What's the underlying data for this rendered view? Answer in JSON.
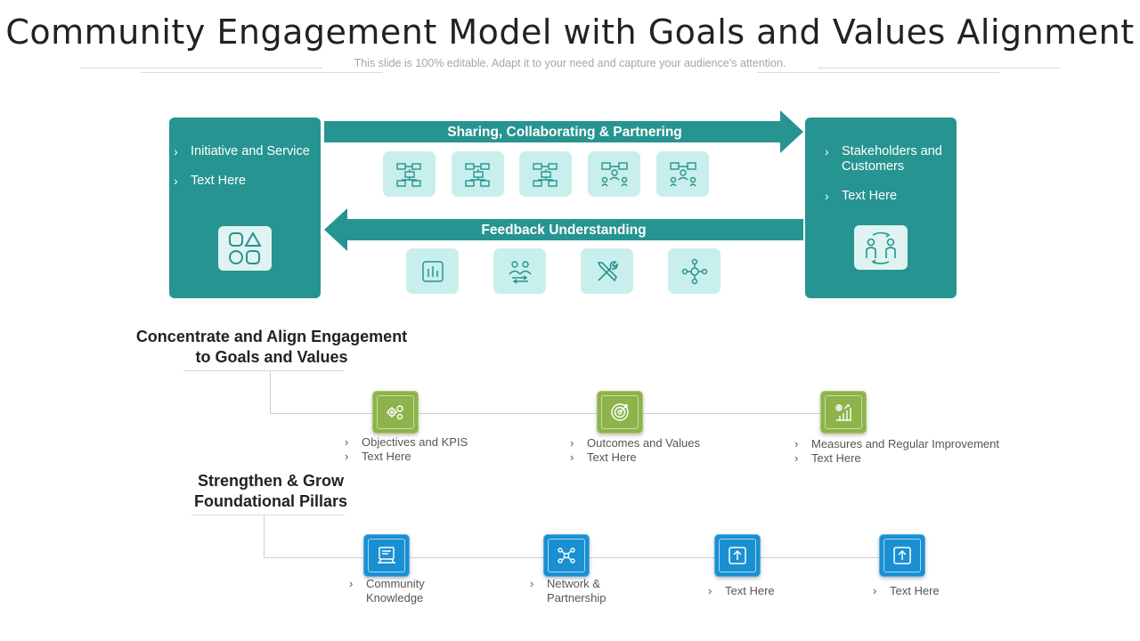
{
  "title": "Community Engagement Model with Goals and Values Alignment",
  "subtitle": "This slide is 100% editable. Adapt it to your need and capture your audience’s attention.",
  "colors": {
    "teal": "#269490",
    "tile_light": "#c9efec",
    "green_accent": "#8db34a",
    "blue_accent": "#1a8fd1"
  },
  "left_panel": {
    "items": [
      "Initiative and Service",
      "Text Here"
    ],
    "icon": "shapes-icon"
  },
  "right_panel": {
    "items": [
      "Stakeholders and Customers",
      "Text Here"
    ],
    "icon": "people-exchange-icon"
  },
  "top_arrow": {
    "label": "Sharing, Collaborating & Partnering",
    "icons": [
      "network-structure-icon",
      "network-structure-icon",
      "network-structure-icon",
      "people-network-icon",
      "people-network-icon"
    ]
  },
  "bottom_arrow": {
    "label": "Feedback Understanding",
    "icons": [
      "bar-chart-icon",
      "people-exchange-icon",
      "tools-icon",
      "hub-network-icon"
    ]
  },
  "section1": {
    "heading_line1": "Concentrate and Align Engagement",
    "heading_line2": "to Goals and Values",
    "nodes": [
      {
        "icon": "gears-icon",
        "line1": "Objectives  and KPIS",
        "line2": "Text Here"
      },
      {
        "icon": "target-icon",
        "line1": "Outcomes and Values",
        "line2": "Text Here"
      },
      {
        "icon": "growth-chart-icon",
        "line1": "Measures and Regular Improvement",
        "line2": "Text Here"
      }
    ]
  },
  "section2": {
    "heading_line1": "Strengthen & Grow",
    "heading_line2": "Foundational Pillars",
    "nodes": [
      {
        "icon": "computer-knowledge-icon",
        "line1": "Community",
        "line2": "Knowledge"
      },
      {
        "icon": "network-icon",
        "line1": "Network &",
        "line2": "Partnership"
      },
      {
        "icon": "upload-icon",
        "line1": "Text Here",
        "line2": ""
      },
      {
        "icon": "upload-icon",
        "line1": "Text Here",
        "line2": ""
      }
    ]
  },
  "bullet_char": "›"
}
